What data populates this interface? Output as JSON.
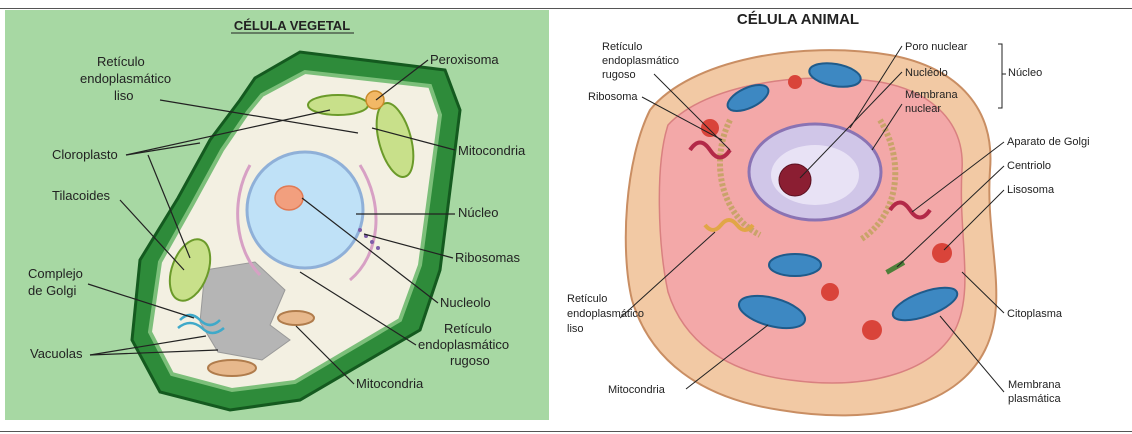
{
  "left": {
    "title": "CÉLULA VEGETAL",
    "labels": {
      "reticulo_liso": [
        "Retículo",
        "endoplasmático",
        "liso"
      ],
      "peroxisoma": "Peroxisoma",
      "mitocondria_1": "Mitocondria",
      "cloroplasto": "Cloroplasto",
      "tilacoides": "Tilacoides",
      "nucleo": "Núcleo",
      "ribosomas": "Ribosomas",
      "complejo_golgi": [
        "Complejo",
        "de Golgi"
      ],
      "nucleolo": "Nucleolo",
      "reticulo_rugoso": [
        "Retículo",
        "endoplasmático",
        "rugoso"
      ],
      "vacuolas": "Vacuolas",
      "mitocondria_2": "Mitocondria"
    }
  },
  "right": {
    "title": "CÉLULA ANIMAL",
    "labels": {
      "reticulo_rugoso": [
        "Retículo",
        "endoplasmático",
        "rugoso"
      ],
      "ribosoma": "Ribosoma",
      "poro_nuclear": "Poro nuclear",
      "nucleolo": "Nucléolo",
      "membrana_nuclear": [
        "Membrana",
        "nuclear"
      ],
      "nucleo": "Núcleo",
      "aparato_golgi": "Aparato de Golgi",
      "centriolo": "Centriolo",
      "lisosoma": "Lisosoma",
      "reticulo_liso": [
        "Retículo",
        "endoplasmático",
        "liso"
      ],
      "citoplasma": "Citoplasma",
      "mitocondria": "Mitocondria",
      "membrana_plasmatica": [
        "Membrana",
        "plasmática"
      ]
    }
  }
}
